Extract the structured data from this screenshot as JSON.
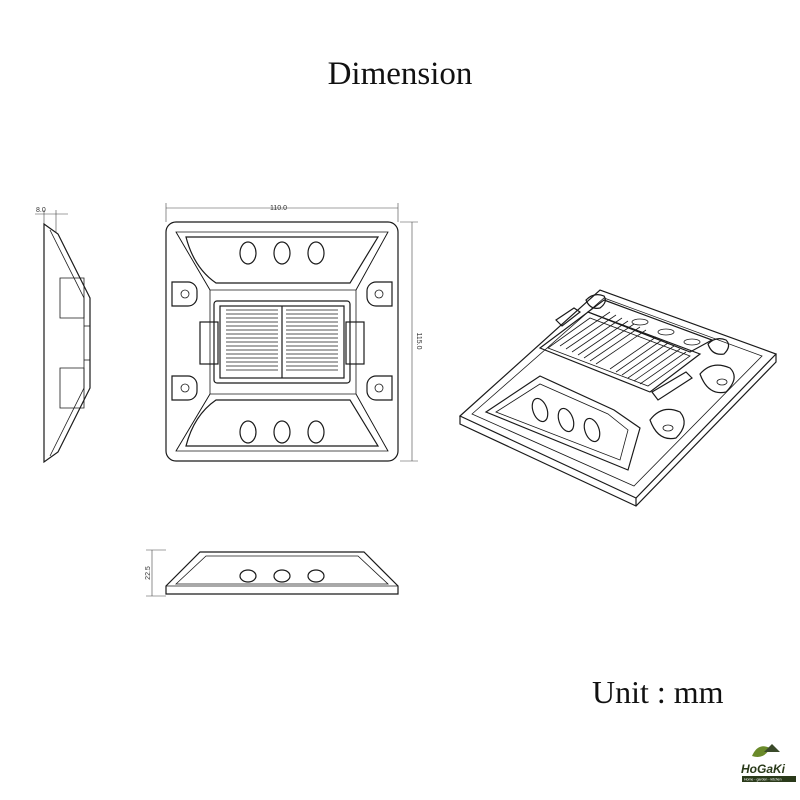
{
  "title": "Dimension",
  "unit_label": "Unit : mm",
  "dimensions": {
    "side_depth": "8.0",
    "width": "110.0",
    "length": "115.0",
    "height": "22.5"
  },
  "logo": {
    "name": "HoGaKi",
    "tagline": "Home - garden - kitchen"
  }
}
